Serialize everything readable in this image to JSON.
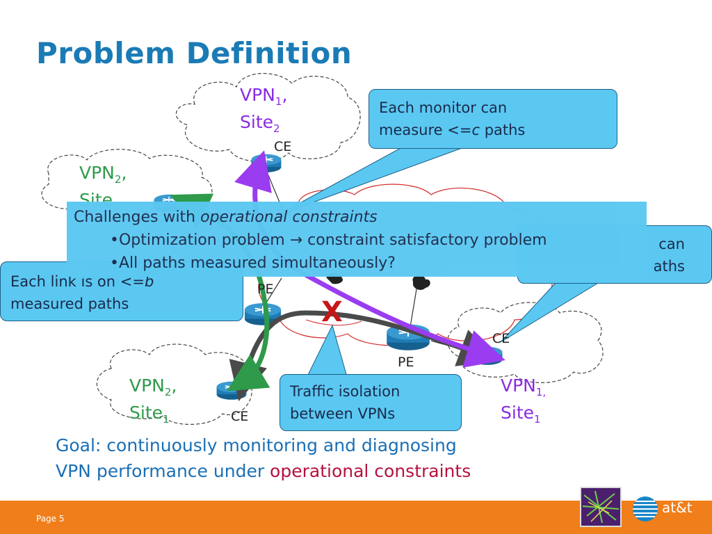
{
  "slide": {
    "title": "Problem Definition",
    "page_label": "Page 5",
    "brand": "at&t"
  },
  "sites": {
    "vpn1_site2": {
      "main": "VPN",
      "sub": "1",
      "sep": ",",
      "line2": "Site",
      "sub2": "2"
    },
    "vpn2_siteX": {
      "main": "VPN",
      "sub": "2",
      "sep": ",",
      "line2": "Site"
    },
    "vpn2_site1": {
      "main": "VPN",
      "sub": "2",
      "sep": ",",
      "line2": "Site",
      "sub2": "1"
    },
    "vpn1_site1": {
      "main": "VPN",
      "sub": "1,",
      "line2": "Site",
      "sub2": "1"
    }
  },
  "node_labels": {
    "ce_top": "CE",
    "ce_right": "CE",
    "ce_bottom": "CE",
    "pe_left": "PE",
    "pe_bottom": "PE"
  },
  "callouts": {
    "monitor_top": {
      "line1": "Each monitor can",
      "line2_pre": "measure <=",
      "line2_var": "c",
      "line2_post": " paths"
    },
    "monitor_right": {
      "line1": "can",
      "line2": "aths"
    },
    "link": {
      "line1_pre": "Each link is on  <=",
      "line1_var": "b",
      "line2": "measured paths"
    },
    "traffic": {
      "line1": "Traffic isolation",
      "line2": "between VPNs"
    }
  },
  "challenges": {
    "heading_pre": "Challenges with ",
    "heading_em": "operational constraints",
    "bullet1": "•Optimization problem → constraint satisfactory problem",
    "bullet2": "•All paths measured simultaneously?"
  },
  "isolation_mark": "X",
  "goal": {
    "line1": "Goal: continuously monitoring and diagnosing",
    "line2_pre": "VPN performance under ",
    "line2_em": "operational constraints"
  },
  "colors": {
    "title": "#1a7bb5",
    "callout_fill": "#5bc8f2",
    "green_path": "#2e9a4a",
    "purple_path": "#9a3cf0",
    "gray_path": "#4a4a4a",
    "core_cloud": "#d42a2a",
    "footer": "#f07e1a",
    "router": "#1f7bb5"
  }
}
